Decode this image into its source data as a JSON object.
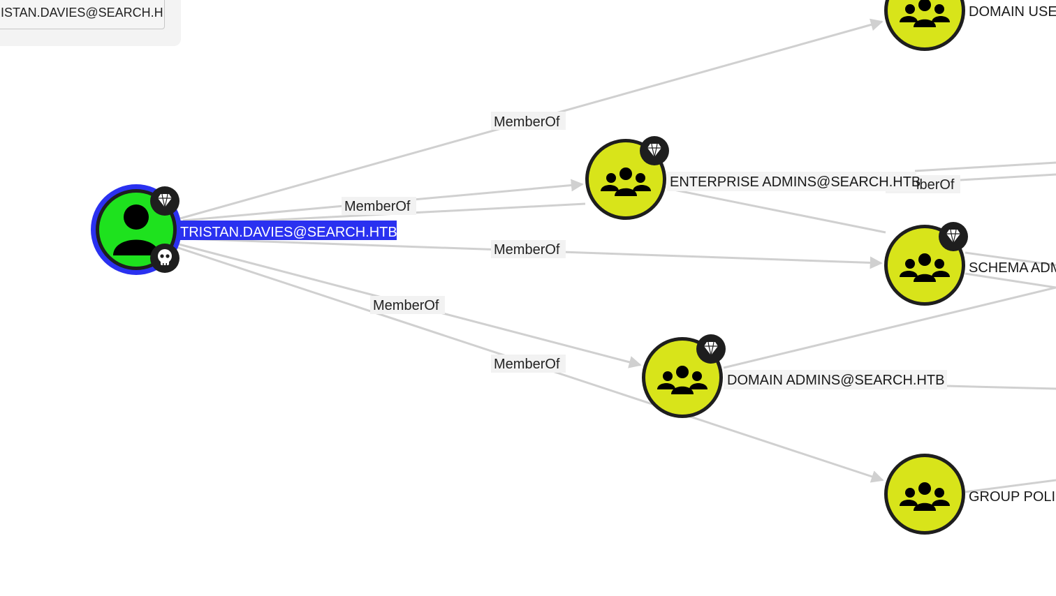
{
  "search": {
    "value": "TRISTAN.DAVIES@SEARCH.HTB"
  },
  "colors": {
    "user_node": "#1ee21e",
    "group_node": "#d8e41a",
    "selection": "#2a31f0",
    "edge": "#d0d0d0"
  },
  "nodes": {
    "user": {
      "label": "TRISTAN.DAVIES@SEARCH.HTB",
      "icon": "user-icon",
      "badges": [
        "gem-icon",
        "skull-icon"
      ]
    },
    "domain_users": {
      "label": "DOMAIN USERS@SEARCH.HTB",
      "icon": "group-icon"
    },
    "enterprise_admins": {
      "label": "ENTERPRISE ADMINS@SEARCH.HTB",
      "icon": "group-icon",
      "badges": [
        "gem-icon"
      ]
    },
    "schema_admins": {
      "label": "SCHEMA ADMINS@SEARCH.HTB",
      "icon": "group-icon",
      "badges": [
        "gem-icon"
      ]
    },
    "domain_admins": {
      "label": "DOMAIN ADMINS@SEARCH.HTB",
      "icon": "group-icon",
      "badges": [
        "gem-icon"
      ]
    },
    "group_policy": {
      "label": "GROUP POLICY CREATOR OWNERS@SEARCH.HTB",
      "icon": "group-icon"
    }
  },
  "edges": {
    "label": "MemberOf"
  }
}
